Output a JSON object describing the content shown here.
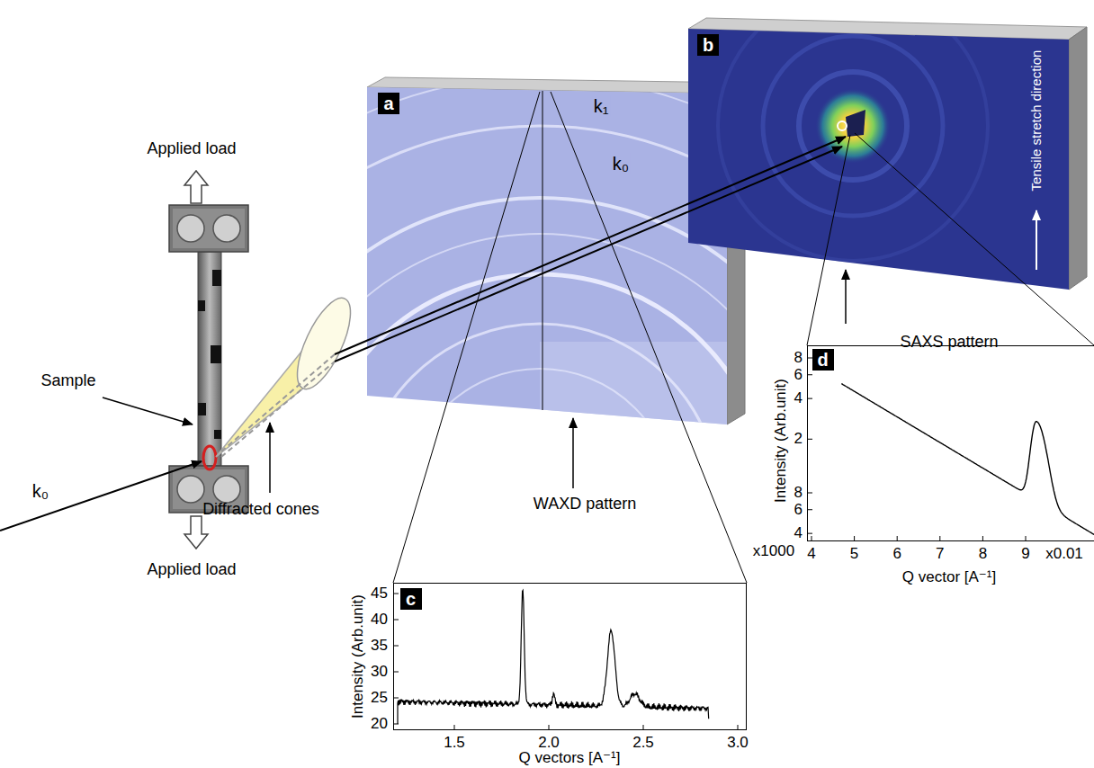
{
  "diagram": {
    "nodes": [
      {
        "text": [
          "a"
        ]
      },
      {
        "text": [
          "b"
        ]
      },
      {
        "text": [
          "c"
        ]
      },
      {
        "text": [
          "d"
        ]
      }
    ],
    "labels": [
      "Applied load",
      "Applied load",
      "Sample",
      "k₀",
      "Diffracted cones",
      "k₁",
      "k₀",
      "WAXD pattern",
      "Tensile stretch direction",
      "SAXS pattern",
      "Intensity (Arb.unit)",
      "45",
      "40",
      "35",
      "30",
      "25",
      "20",
      "1.5",
      "2.0",
      "2.5",
      "3.0",
      "Q vectors [A⁻¹]",
      "Intensity (Arb.unit)",
      "8",
      "6",
      "4",
      "2",
      "8",
      "6",
      "4",
      "x1000",
      "4",
      "5",
      "6",
      "7",
      "8",
      "9",
      "x0.01",
      "Q vector [A⁻¹]"
    ]
  }
}
